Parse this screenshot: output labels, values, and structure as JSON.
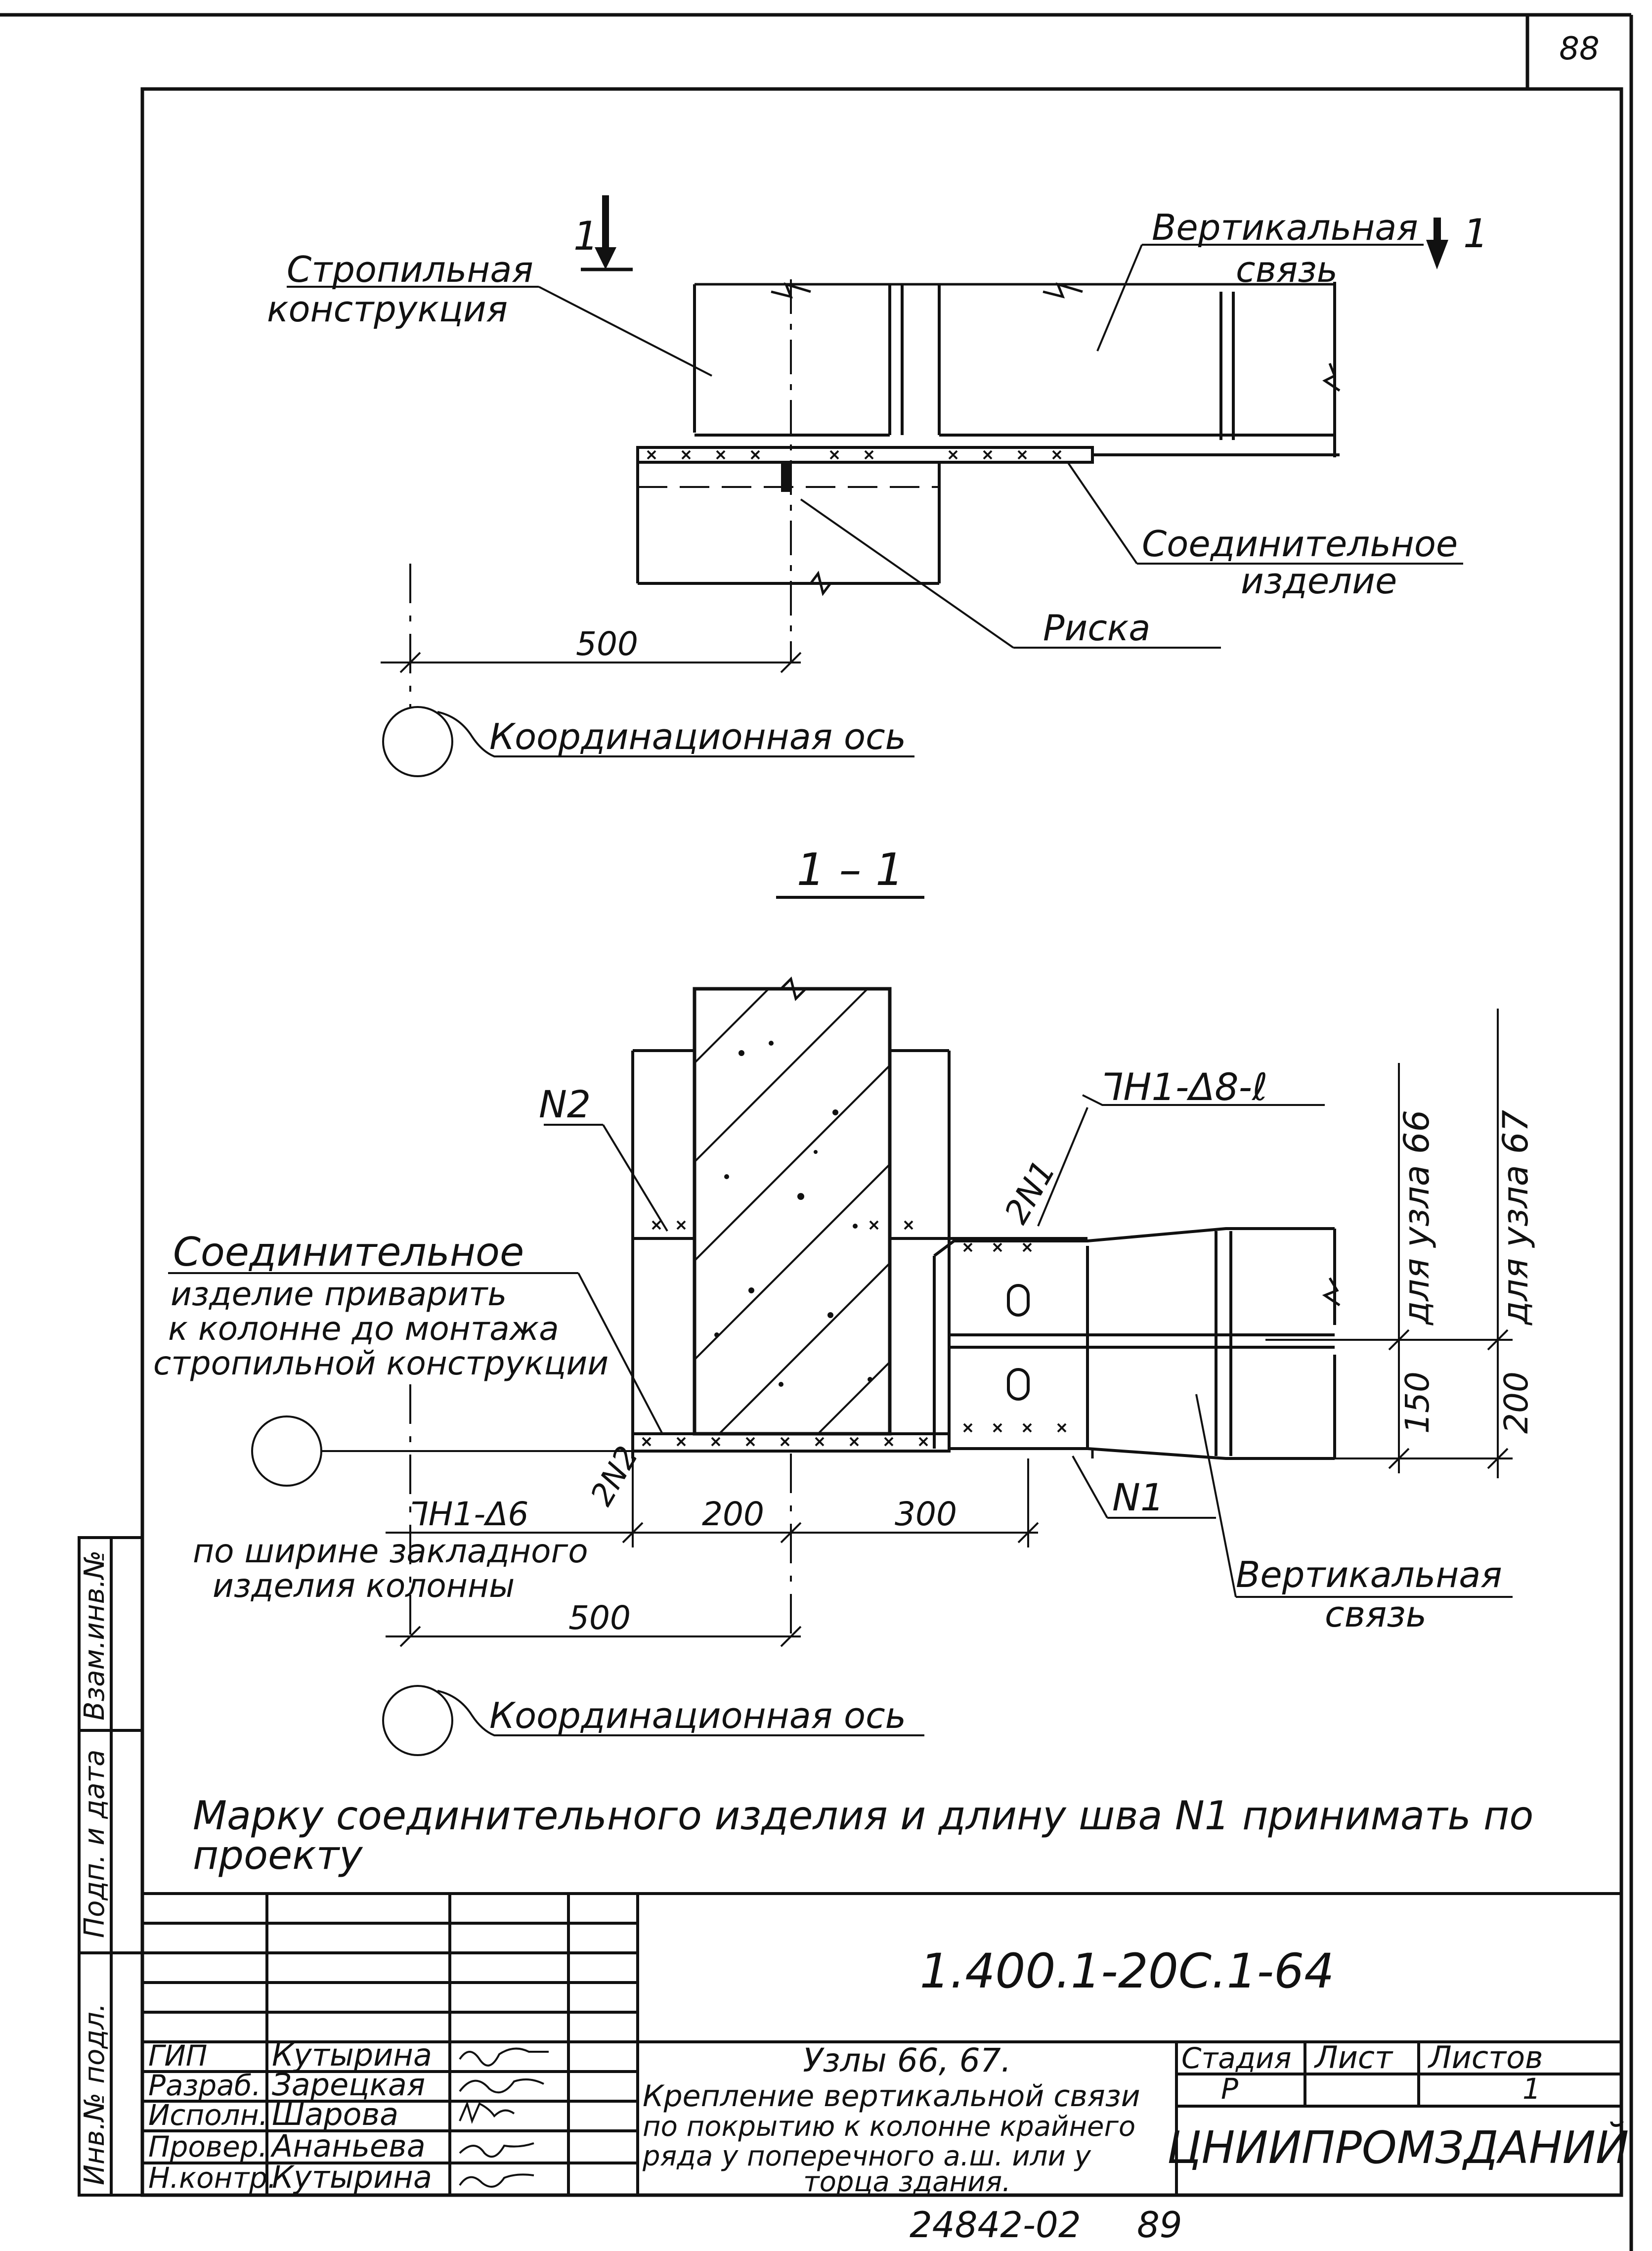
{
  "page_number": "88",
  "plan": {
    "cut_mark_left": "1",
    "cut_mark_right": "1",
    "label_rafter": "Стропильная конструкция",
    "label_rafter_l1": "Стропильная",
    "label_rafter_l2": "конструкция",
    "label_vbrace_l1": "Вертикальная",
    "label_vbrace_l2": "связь",
    "label_conn_l1": "Соединительное",
    "label_conn_l2": "изделие",
    "label_mark": "Риска",
    "dim_500": "500",
    "label_axis": "Координационная ось"
  },
  "section": {
    "title": "1 – 1",
    "label_n2": "N2",
    "label_weld_top": "⅂Н1-Δ8-ℓ",
    "label_2n1": "2N1",
    "label_node66": "для узла 66",
    "label_node67": "для узла 67",
    "dim_150": "150",
    "dim_200_right": "200",
    "label_conn_l1": "Соединительное",
    "label_conn_l2": "изделие приварить",
    "label_conn_l3": "к колонне до монтажа",
    "label_conn_l4": "стропильной конструкции",
    "label_2n2": "2N2",
    "label_weld_bottom": "⅂Н1-Δ6",
    "label_width_l1": "по ширине закладного",
    "label_width_l2": "изделия колонны",
    "dim_200": "200",
    "dim_300": "300",
    "label_n1": "N1",
    "dim_500": "500",
    "label_vbrace_l1": "Вертикальная",
    "label_vbrace_l2": "связь",
    "label_axis": "Координационная ось"
  },
  "note_l1": "Марку соединительного изделия и длину шва N1 принимать по",
  "note_l2": "проекту",
  "side_stamp": {
    "cell1": "Взам.инв.№",
    "cell2": "Подп. и дата",
    "cell3": "Инв.№ подл."
  },
  "title_block": {
    "designation": "1.400.1-20С.1-64",
    "roles": [
      "ГИП",
      "Разраб.",
      "Исполн.",
      "Провер.",
      "Н.контр."
    ],
    "names": [
      "Кутырина",
      "Зарецкая",
      "Шарова",
      "Ананьева",
      "Кутырина"
    ],
    "title_l1": "Узлы 66, 67.",
    "title_l2": "Крепление вертикальной связи",
    "title_l3": "по покрытию к колонне крайнего",
    "title_l4": "ряда у поперечного а.ш. или у",
    "title_l5": "торца здания.",
    "stage_hdr": "Стадия",
    "sheet_hdr": "Лист",
    "sheets_hdr": "Листов",
    "stage_val": "Р",
    "sheet_val": "",
    "sheets_val": "1",
    "org": "ЦНИИПРОМЗДАНИЙ"
  },
  "footer_code": "24842-02",
  "footer_page": "89"
}
